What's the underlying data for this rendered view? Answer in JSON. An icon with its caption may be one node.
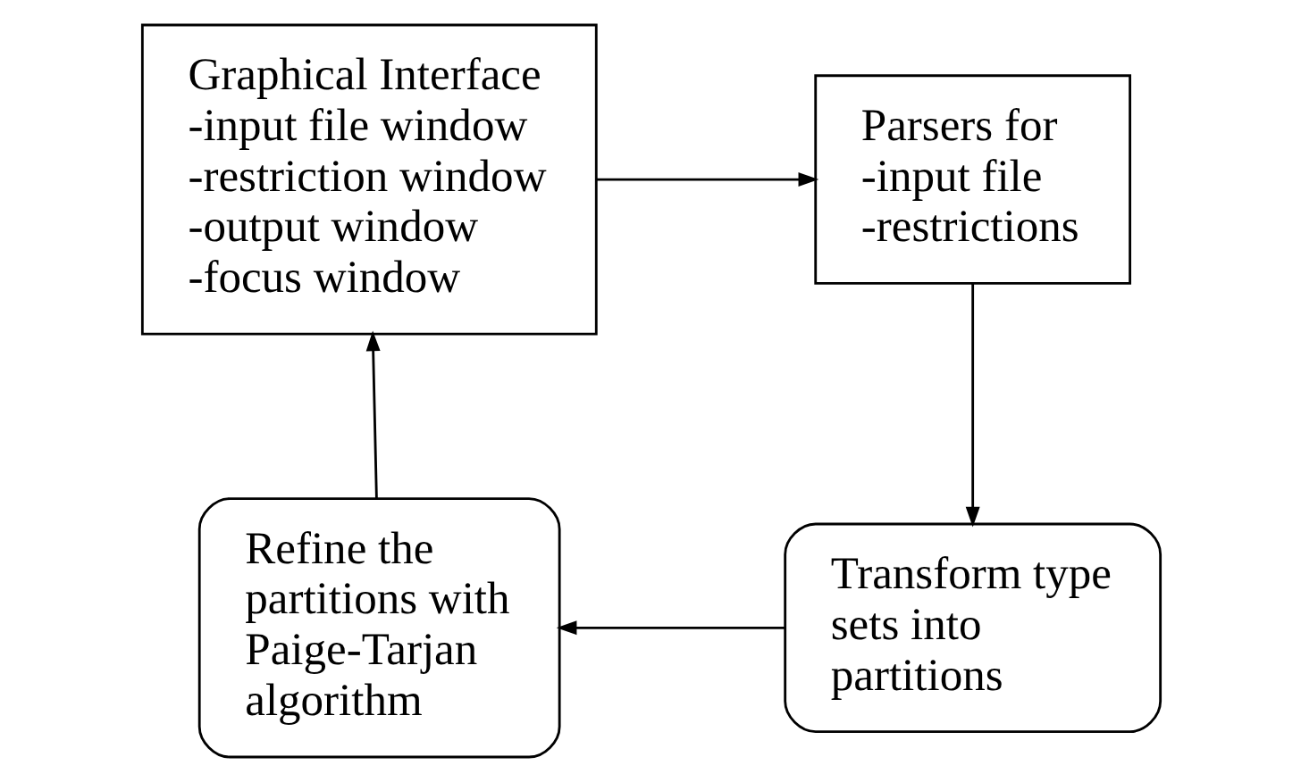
{
  "diagram": {
    "nodes": [
      {
        "text": [
          "Graphical Interface",
          "-input file window",
          "-restriction window",
          "-output window",
          "-focus window"
        ]
      },
      {
        "text": [
          "Parsers for",
          "-input file",
          "-restrictions"
        ]
      },
      {
        "text": [
          "Transform type sets into partitions"
        ]
      },
      {
        "text": [
          "Refine the partitions with Paige-Tarjan algorithm"
        ]
      }
    ],
    "edges": [
      {
        "from": 0,
        "to": 1,
        "arrow": "to"
      },
      {
        "from": 1,
        "to": 2,
        "arrow": "to"
      },
      {
        "from": 2,
        "to": 3,
        "arrow": "to"
      },
      {
        "from": 3,
        "to": 0,
        "arrow": "to"
      }
    ]
  }
}
